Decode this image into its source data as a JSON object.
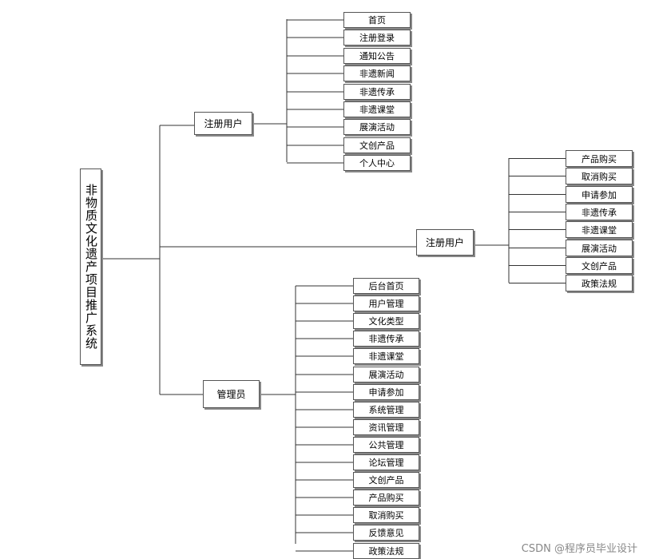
{
  "root": {
    "label": "非物质文化遗产项目推广系统"
  },
  "branches": [
    {
      "label": "注册用户",
      "items": [
        "首页",
        "注册登录",
        "通知公告",
        "非遗新闻",
        "非遗传承",
        "非遗课堂",
        "展演活动",
        "文创产品",
        "个人中心"
      ]
    },
    {
      "label": "注册用户",
      "items": [
        "产品购买",
        "取消购买",
        "申请参加",
        "非遗传承",
        "非遗课堂",
        "展演活动",
        "文创产品",
        "政策法规"
      ]
    },
    {
      "label": "管理员",
      "items": [
        "后台首页",
        "用户管理",
        "文化类型",
        "非遗传承",
        "非遗课堂",
        "展演活动",
        "申请参加",
        "系统管理",
        "资讯管理",
        "公共管理",
        "论坛管理",
        "文创产品",
        "产品购买",
        "取消购买",
        "反馈意见",
        "政策法规"
      ]
    }
  ],
  "watermark": "CSDN @程序员毕业设计"
}
